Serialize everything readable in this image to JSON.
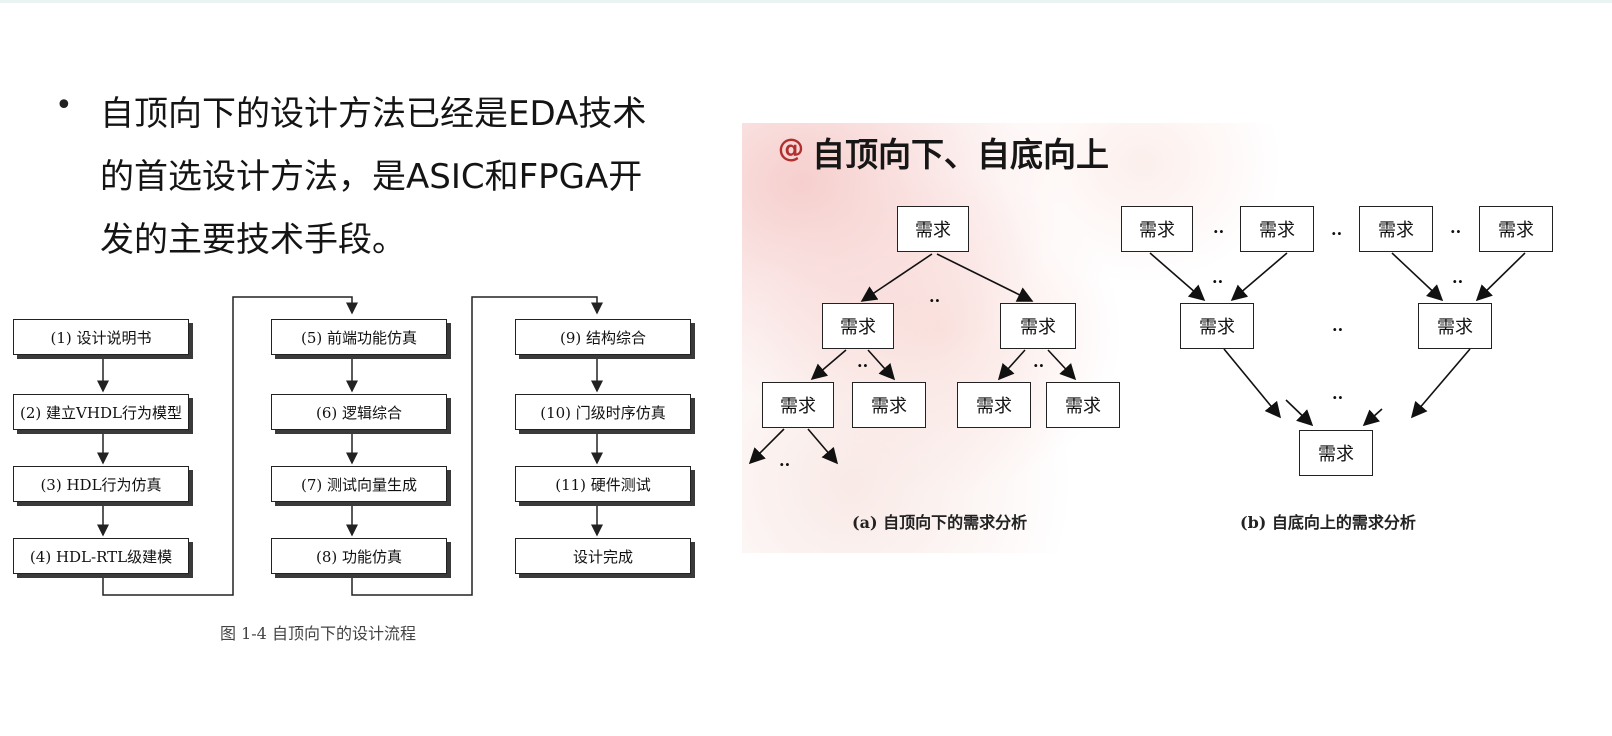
{
  "bullet": {
    "marker": "•",
    "lines": [
      "自顶向下的设计方法已经是EDA技术",
      "的首选设计方法，是ASIC和FPGA开",
      "发的主要技术手段。"
    ]
  },
  "flow": {
    "steps": [
      "(1) 设计说明书",
      "(2) 建立VHDL行为模型",
      "(3)   HDL行为仿真",
      "(4)   HDL-RTL级建模",
      "(5) 前端功能仿真",
      "(6) 逻辑综合",
      "(7) 测试向量生成",
      "(8) 功能仿真",
      "(9) 结构综合",
      "(10) 门级时序仿真",
      "(11) 硬件测试",
      "设计完成"
    ],
    "caption": "图 1-4    自顶向下的设计流程"
  },
  "analysis": {
    "title": "自顶向下、自底向上",
    "title_icon": "swirl-icon",
    "node_label": "需求",
    "ellipsis": "..",
    "caption_a": "(a)    自顶向下的需求分析",
    "caption_b": "(b)    自底向上的需求分析"
  }
}
